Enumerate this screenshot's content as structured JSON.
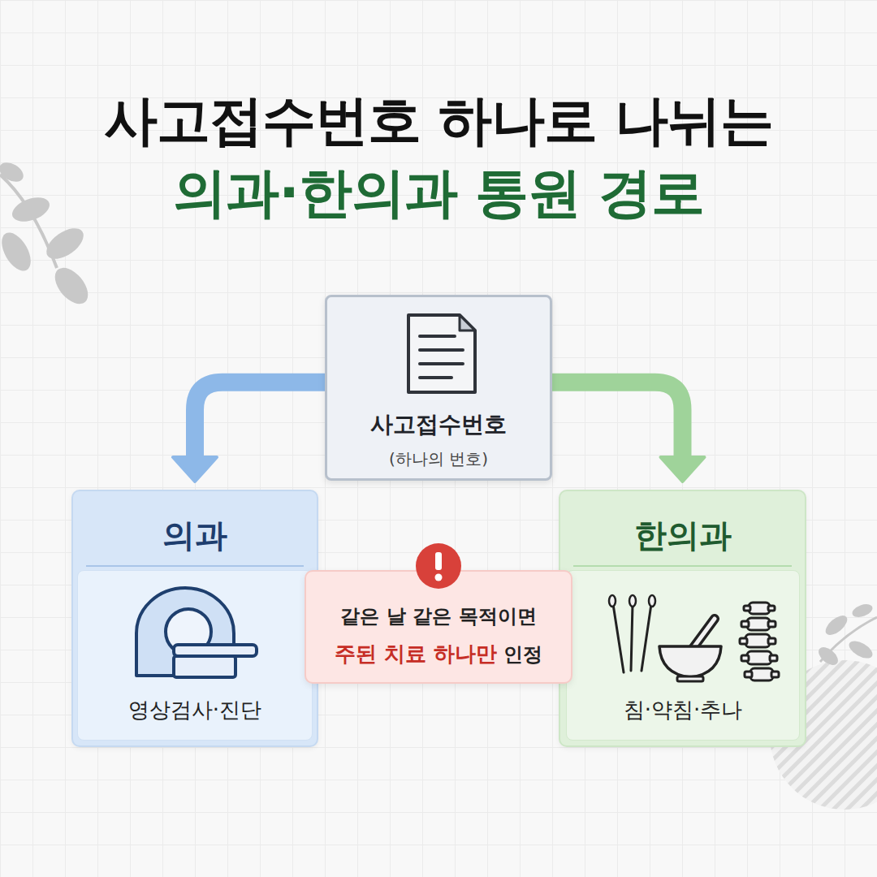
{
  "diagram": {
    "title": "사고접수번호 하나로 나뉘는 의과·한의과 통원 경로",
    "nodes": [
      {
        "text": [
          "사고접수번호",
          "(하나의 번호)"
        ]
      },
      {
        "text": [
          "의과"
        ]
      },
      {
        "text": [
          "영상검사·진단"
        ],
        "in": 1
      },
      {
        "text": [
          "같은 날 같은 목적이면",
          "주된 치료 하나만",
          "인정"
        ]
      },
      {
        "text": [
          "한의과"
        ]
      },
      {
        "text": [
          "침·약침·추나"
        ],
        "in": 4
      }
    ],
    "edges": [
      {
        "from": 0,
        "to": 1,
        "arrow": "to"
      },
      {
        "from": 0,
        "to": 4,
        "arrow": "to"
      }
    ]
  }
}
